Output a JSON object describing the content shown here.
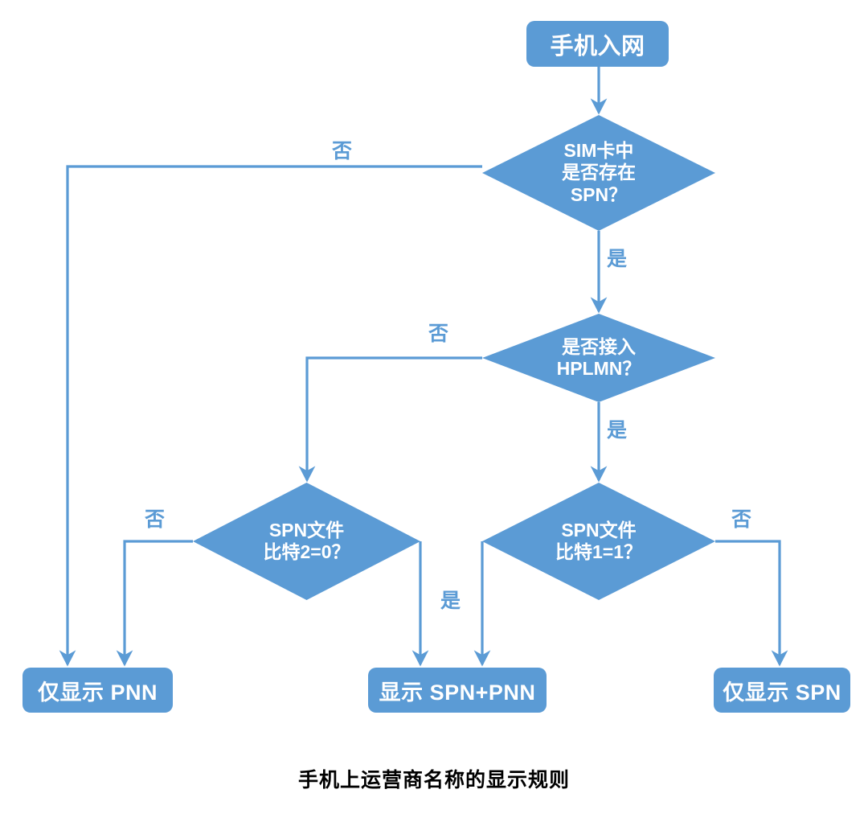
{
  "diagram": {
    "title": "手机上运营商名称的显示规则",
    "accent_color": "#5B9BD5",
    "text_color": "#FFFFFF",
    "caption_color": "#000000",
    "background": "#FFFFFF",
    "nodes": {
      "start": {
        "label": "手机入网",
        "shape": "rounded-rect"
      },
      "d1": {
        "label": "SIM卡中\n是否存在\nSPN？",
        "shape": "diamond"
      },
      "d2": {
        "label": "是否接入\nHPLMN？",
        "shape": "diamond"
      },
      "d3": {
        "label": "SPN文件\n比特2=0？",
        "shape": "diamond"
      },
      "d4": {
        "label": "SPN文件\n比特1=1？",
        "shape": "diamond"
      },
      "out_pnn": {
        "label": "仅显示 PNN",
        "shape": "rounded-rect"
      },
      "out_spn_pnn": {
        "label": "显示 SPN+PNN",
        "shape": "rounded-rect"
      },
      "out_spn": {
        "label": "仅显示 SPN",
        "shape": "rounded-rect"
      }
    },
    "edge_labels": {
      "d1_no": "否",
      "d1_yes": "是",
      "d2_no": "否",
      "d2_yes": "是",
      "d3_no": "否",
      "d3_yes": "是",
      "d4_no": "否"
    },
    "edges": [
      {
        "from": "start",
        "to": "d1",
        "label": ""
      },
      {
        "from": "d1",
        "to": "out_pnn",
        "label": "否"
      },
      {
        "from": "d1",
        "to": "d2",
        "label": "是"
      },
      {
        "from": "d2",
        "to": "d3",
        "label": "否"
      },
      {
        "from": "d2",
        "to": "d4",
        "label": "是"
      },
      {
        "from": "d3",
        "to": "out_pnn",
        "label": "否"
      },
      {
        "from": "d3",
        "to": "out_spn_pnn",
        "label": "是"
      },
      {
        "from": "d4",
        "to": "out_spn_pnn",
        "label": ""
      },
      {
        "from": "d4",
        "to": "out_spn",
        "label": "否"
      }
    ]
  }
}
